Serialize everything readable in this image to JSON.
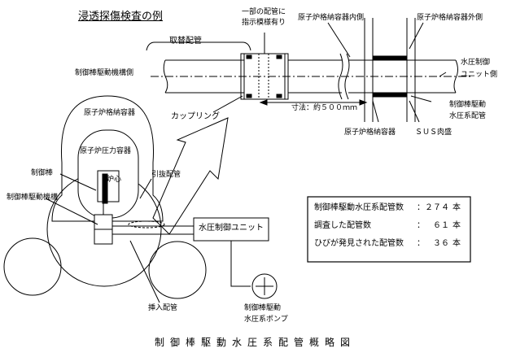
{
  "heading": "浸透探傷検査の例",
  "caption": "制御棒駆動水圧系配管概略図",
  "top_labels": {
    "replaced_pipe": "取替配管",
    "partial_pipe_line1": "一部の配管に",
    "partial_pipe_line2": "指示模様有り",
    "containment_inner": "原子炉格納容器内側",
    "containment_outer": "原子炉格納容器外側",
    "crd_side": "制御棒駆動機構側",
    "hcu_side_line1": "水圧制御",
    "hcu_side_line2": "ユニット側",
    "coupling": "カップリング",
    "dimension": "寸法：約５００ｍｍ",
    "containment_vessel": "原子炉格納容器",
    "sus_buildup": "ＳＵＳ肉盛",
    "crd_hyd_pipe_line1": "制御棒駆動",
    "crd_hyd_pipe_line2": "水圧系配管"
  },
  "lower_labels": {
    "containment": "原子炉格納容器",
    "pressure_vessel": "原子炉圧力容器",
    "control_rod": "制御棒",
    "core": "炉心",
    "withdraw_pipe": "引抜配管",
    "crd_mechanism": "制御棒駆動機構",
    "hcu": "水圧制御ユニット",
    "insert_pipe": "挿入配管",
    "pump_line1": "制御棒駆動",
    "pump_line2": "水圧系ポンプ"
  },
  "stats": [
    {
      "label": "制御棒駆動水圧系配管数",
      "value": "２７４",
      "unit": "本"
    },
    {
      "label": "調査した配管数",
      "value": "６１",
      "unit": "本"
    },
    {
      "label": "ひびが発見された配管数",
      "value": "３６",
      "unit": "本"
    }
  ]
}
